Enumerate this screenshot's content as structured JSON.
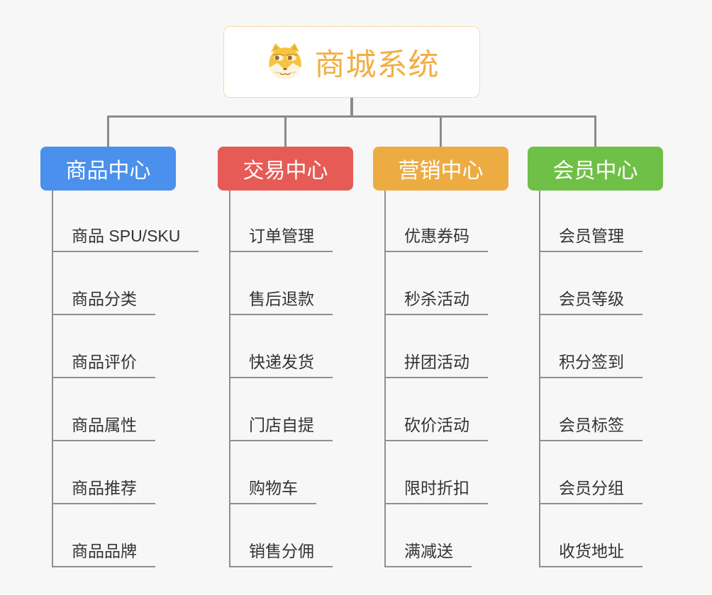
{
  "page": {
    "background_color": "#f7f7f7",
    "connector_color": "#8b8b8b"
  },
  "root": {
    "title": "商城系统",
    "icon": "doge-dog-icon",
    "text_color": "#f2ae44",
    "border_color": "#f0b453"
  },
  "branches": [
    {
      "label": "商品中心",
      "color": "#4a90ec",
      "items": [
        "商品 SPU/SKU",
        "商品分类",
        "商品评价",
        "商品属性",
        "商品推荐",
        "商品品牌"
      ]
    },
    {
      "label": "交易中心",
      "color": "#e65b55",
      "items": [
        "订单管理",
        "售后退款",
        "快递发货",
        "门店自提",
        "购物车",
        "销售分佣"
      ]
    },
    {
      "label": "营销中心",
      "color": "#edac42",
      "items": [
        "优惠券码",
        "秒杀活动",
        "拼团活动",
        "砍价活动",
        "限时折扣",
        "满减送"
      ]
    },
    {
      "label": "会员中心",
      "color": "#6fc047",
      "items": [
        "会员管理",
        "会员等级",
        "积分签到",
        "会员标签",
        "会员分组",
        "收货地址"
      ]
    }
  ]
}
